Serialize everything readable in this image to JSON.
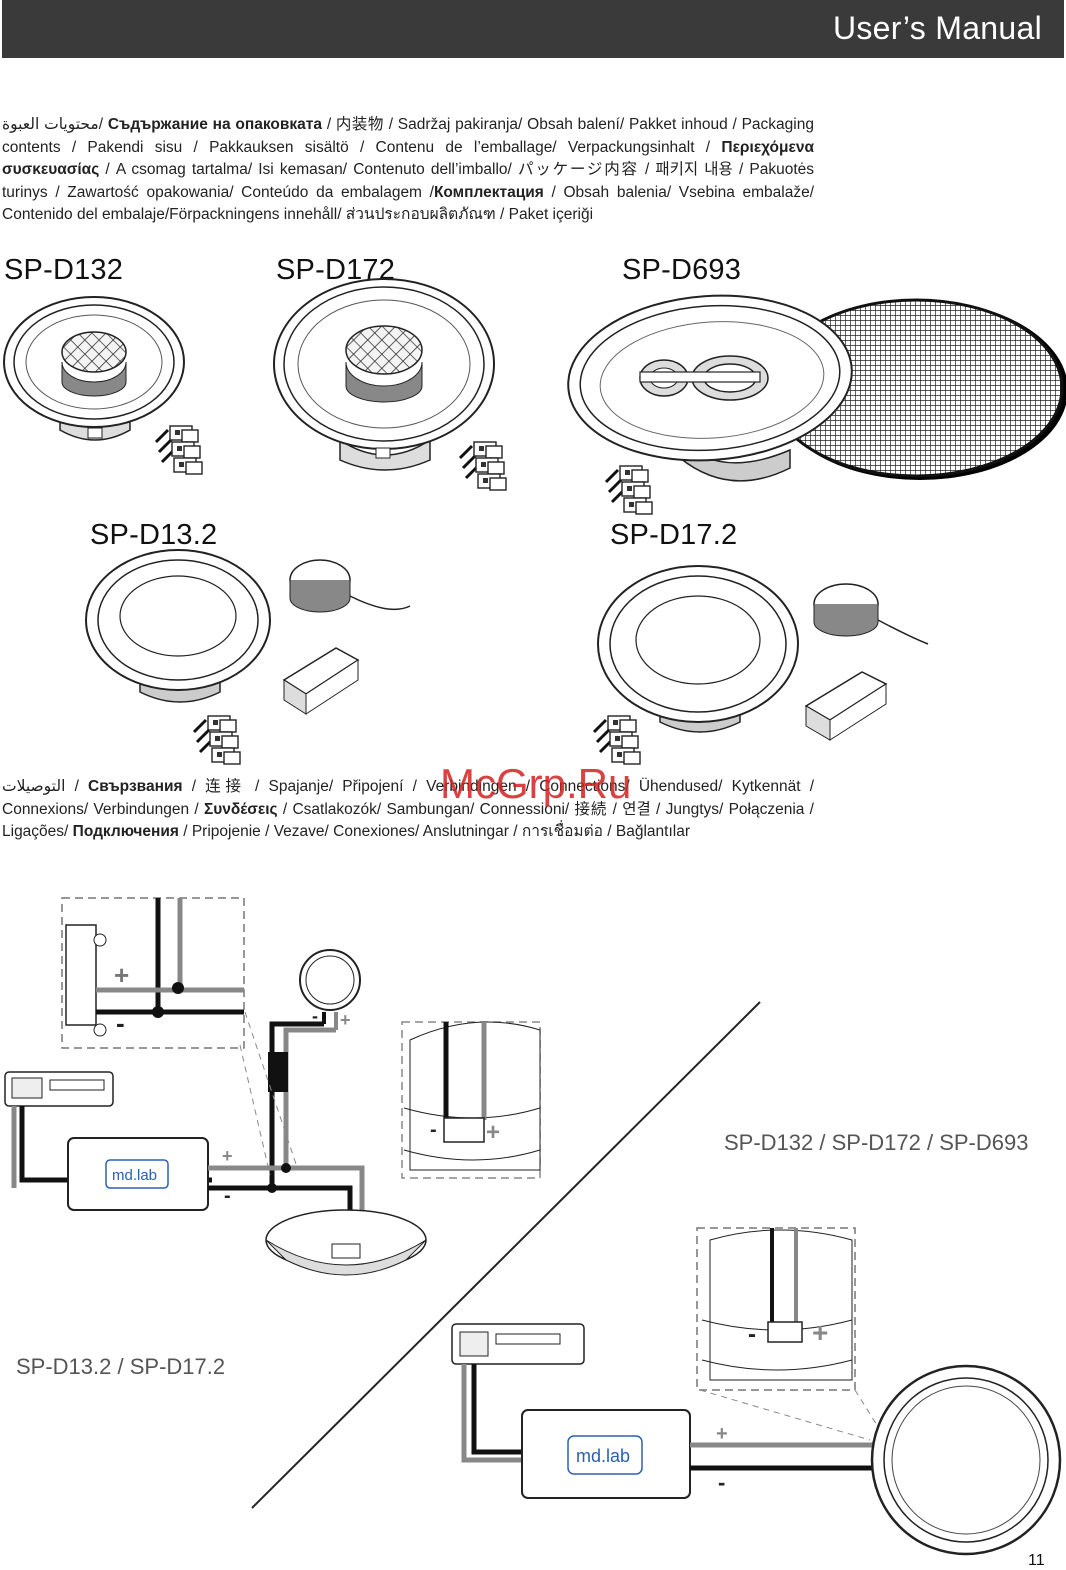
{
  "header": {
    "title": "User’s Manual"
  },
  "contents_segments": [
    "محتويات العبوة",
    "/ ",
    "Съдържание на опаковката",
    " / 内装物 / Sadržaj pakiranja/ Obsah balení/ Pakket inhoud / Packaging contents / Pakendi sisu / Pakkauksen sisältö / Contenu de l’emballage/ Verpackungsinhalt / ",
    "Περιεχόμενα συσκευασίας",
    " / A csomag tartalma/ Isi kemasan/ Contenuto dell’imballo/ パッケージ内容 / 패키지 내용 / Pakuotės turinys / Zawartość opakowania/ Conteúdo da embalagem /",
    "Комплектация",
    " / Obsah balenia/ Vsebina embalaže/ Contenido del embalaje/Förpackningens innehåll/ ส่วนประกอบผลิตภัณฑ / Paket içeriği"
  ],
  "models": {
    "sp_d132": "SP-D132",
    "sp_d172": "SP-D172",
    "sp_d693": "SP-D693",
    "sp_d13_2": "SP-D13.2",
    "sp_d17_2": "SP-D17.2"
  },
  "connections_segments": [
    "التوصيلات",
    " / ",
    "Свързвания",
    " / 连接 / Spajanje/ Připojení / Verbindingen / Connections/ Ühendused/ Kytkennät / Connexions/ Verbindungen / ",
    "Συνδέσεις",
    " / Csatlakozók/ Sambungan/ Connessioni/ 接続 / 연결 / Jungtys/ Połączenia / Ligações/ ",
    "Подключения",
    " / Pripojenie / Vezave/ Conexiones/ Anslutningar / การเชื่อมต่อ / Bağlantılar"
  ],
  "diagram": {
    "coaxial_label": "SP-D132 / SP-D172 / SP-D693",
    "component_label": "SP-D13.2 / SP-D17.2",
    "amp_logo": "md.lab",
    "plus": "+",
    "minus": "-"
  },
  "watermark": "McGrp.Ru",
  "page_number": "11",
  "colors": {
    "header_bg": "#3a3a3a",
    "watermark": "#d42020",
    "wire_dark": "#111111",
    "wire_grey": "#8a8a8a"
  }
}
